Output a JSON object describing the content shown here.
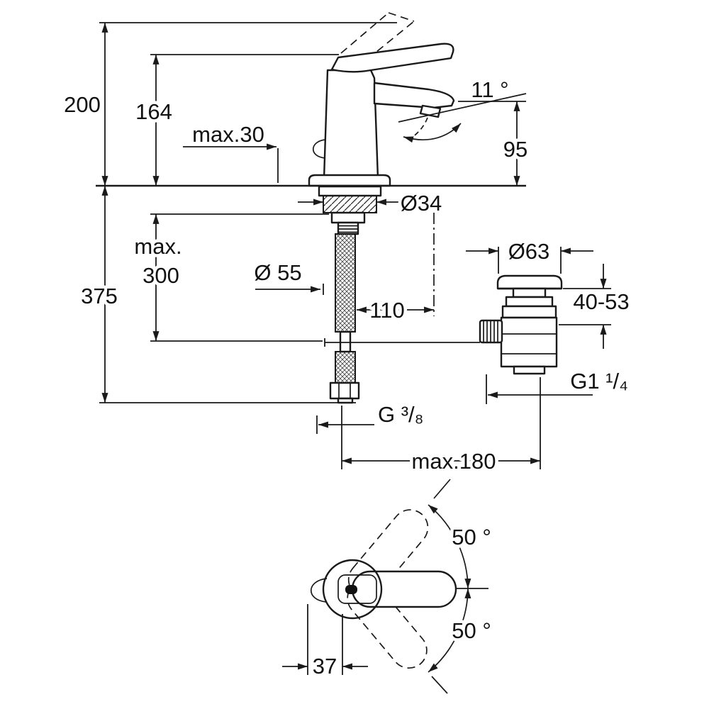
{
  "diagram": {
    "type": "faucet-technical-dimension-drawing",
    "background": "#ffffff",
    "line_color": "#1a1a1a",
    "labels": {
      "height_200": "200",
      "height_164": "164",
      "max_30": "max.30",
      "angle_spout_11": "11 °",
      "height_95": "95",
      "dia_34": "Ø34",
      "max_300_line1": "max.",
      "max_300_line2": "300",
      "height_375": "375",
      "dia_55": "Ø 55",
      "offset_110": "110",
      "dia_63": "Ø63",
      "range_40_53": "40-53",
      "thread_g1_14": "G1 ¹/₄",
      "thread_g3_8": "G ³/₈",
      "max_180": "max.180",
      "angle_50_upper": "50 °",
      "angle_50_lower": "50 °",
      "width_37": "37"
    }
  }
}
